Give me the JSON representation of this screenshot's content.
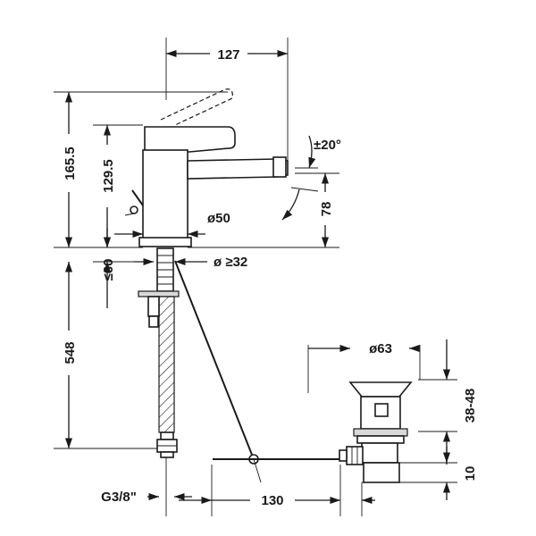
{
  "dimensions": {
    "width_top": "127",
    "height_total": "165.5",
    "height_spout": "129.5",
    "angle": "±20°",
    "spout_height": "78",
    "base_diameter": "ø50",
    "hole_diameter": "ø ≥32",
    "deck_thickness": "≤60",
    "hose_length": "548",
    "drain_diameter": "ø63",
    "drain_range": "38-48",
    "drain_flange": "10",
    "connection": "G3/8\"",
    "rod_length": "130"
  }
}
